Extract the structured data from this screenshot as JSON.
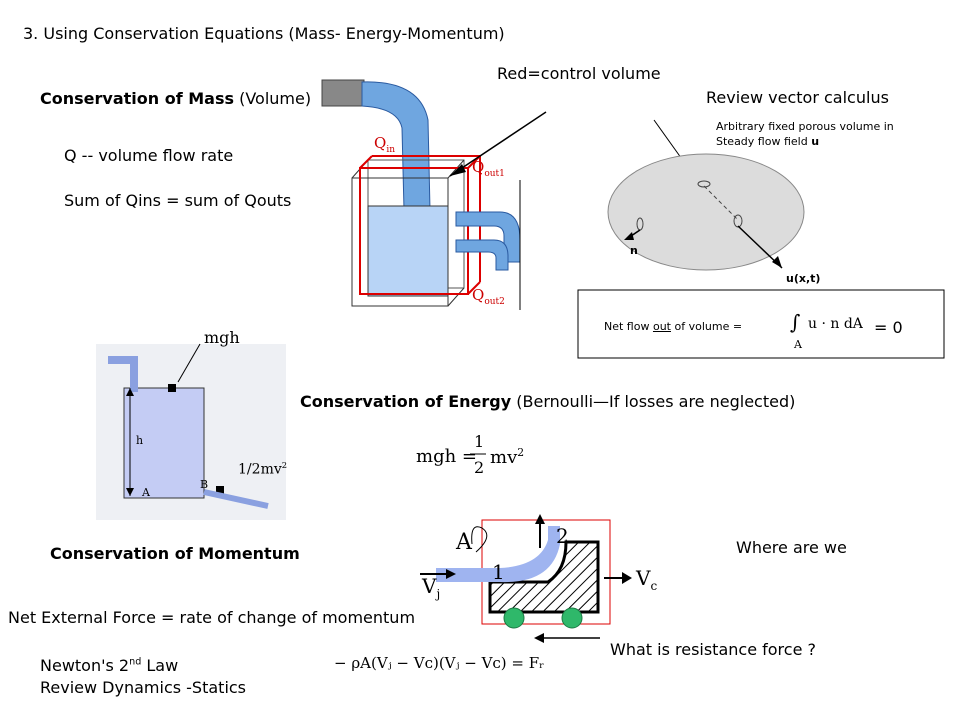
{
  "slide": {
    "title": "3. Using Conservation Equations (Mass- Energy-Momentum)"
  },
  "mass": {
    "heading": "Conservation of Mass",
    "heading_suffix": "(Volume)",
    "q_def": "Q -- volume flow rate",
    "sum_rule": "Sum of Qins = sum of Qouts",
    "red_note": "Red=control volume",
    "q_in": "Q",
    "q_in_sub": "in",
    "q_out1": "Q",
    "q_out1_sub": "out",
    "q_out1_num": "1",
    "q_out2": "Q",
    "q_out2_sub": "out",
    "q_out2_num": "2"
  },
  "vector": {
    "heading": "Review vector calculus",
    "note_line1": "Arbitrary fixed porous volume in",
    "note_line2": "Steady flow field ",
    "note_u": "u",
    "n_label": "n",
    "u_label": "u(x,t)",
    "net_flow_prefix": "Net flow ",
    "net_flow_out": "out",
    "net_flow_suffix": " of volume =",
    "integral_expr": "u · n dA",
    "integral_lower": "A",
    "equals_zero": "= 0"
  },
  "energy": {
    "heading": "Conservation of Energy",
    "heading_suffix": "(Bernoulli—If losses are neglected)",
    "mgh_label": "mgh",
    "h_label": "h",
    "a_label": "A",
    "b_label": "B",
    "half": "1",
    "two": "2",
    "mv2": "mv",
    "eq_lhs": "mgh =",
    "eq_num": "1",
    "eq_den": "2",
    "eq_rhs": "mv",
    "sq": "2"
  },
  "momentum": {
    "heading": "Conservation of Momentum",
    "net_force": "Net External Force = rate of change of momentum",
    "where": "Where are we",
    "resistance": "What is resistance force ?",
    "newton_prefix": "Newton's 2",
    "newton_sup": "nd",
    "newton_suffix": " Law",
    "review_dyn": "Review Dynamics -Statics",
    "cart_A": "A",
    "cart_1": "1",
    "cart_2": "2",
    "vj": "V",
    "vj_sub": "j",
    "vc": "V",
    "vc_sub": "c",
    "equation": "− ρA(Vⱼ − Vᴄ)(Vⱼ − Vᴄ) = Fᵣ"
  },
  "colors": {
    "control_volume": "#dd0000",
    "water": "#a8c8f0",
    "tank_fill": "#b8d4f6",
    "ellipse": "#dcdcdc",
    "wheel": "#2fb86a"
  }
}
